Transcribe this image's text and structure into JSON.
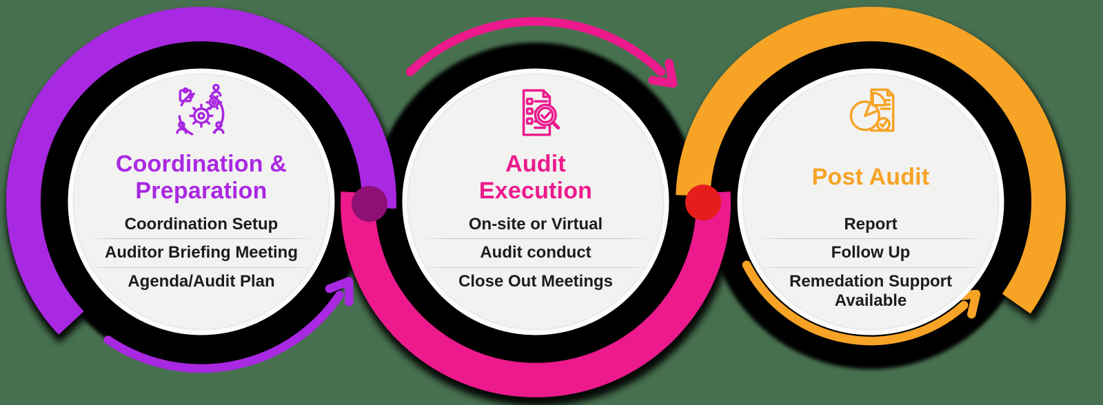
{
  "background_color": "#47704F",
  "circle_fill": "#F2F2F1",
  "shadow_color": "#000000",
  "stages": [
    {
      "title": "Coordination & Preparation",
      "title_lines": [
        "Coordination &",
        "Preparation"
      ],
      "color": "#A928E2",
      "icon": "team-gears-cycle-icon",
      "items": [
        "Coordination Setup",
        "Auditor Briefing Meeting",
        "Agenda/Audit Plan"
      ]
    },
    {
      "title": "Audit Execution",
      "title_lines": [
        "Audit",
        "Execution"
      ],
      "color": "#EC1A8D",
      "icon": "audit-checklist-magnifier-icon",
      "items": [
        "On-site or Virtual",
        "Audit conduct",
        "Close Out Meetings"
      ]
    },
    {
      "title": "Post Audit",
      "title_lines": [
        "Post Audit"
      ],
      "color": "#F6A326",
      "icon": "report-pie-chart-check-icon",
      "items": [
        "Report",
        "Follow Up",
        "Remedation Support Available"
      ]
    }
  ],
  "connectors": [
    {
      "dot_color": "#8E1075"
    },
    {
      "dot_color": "#E51D1D"
    }
  ]
}
